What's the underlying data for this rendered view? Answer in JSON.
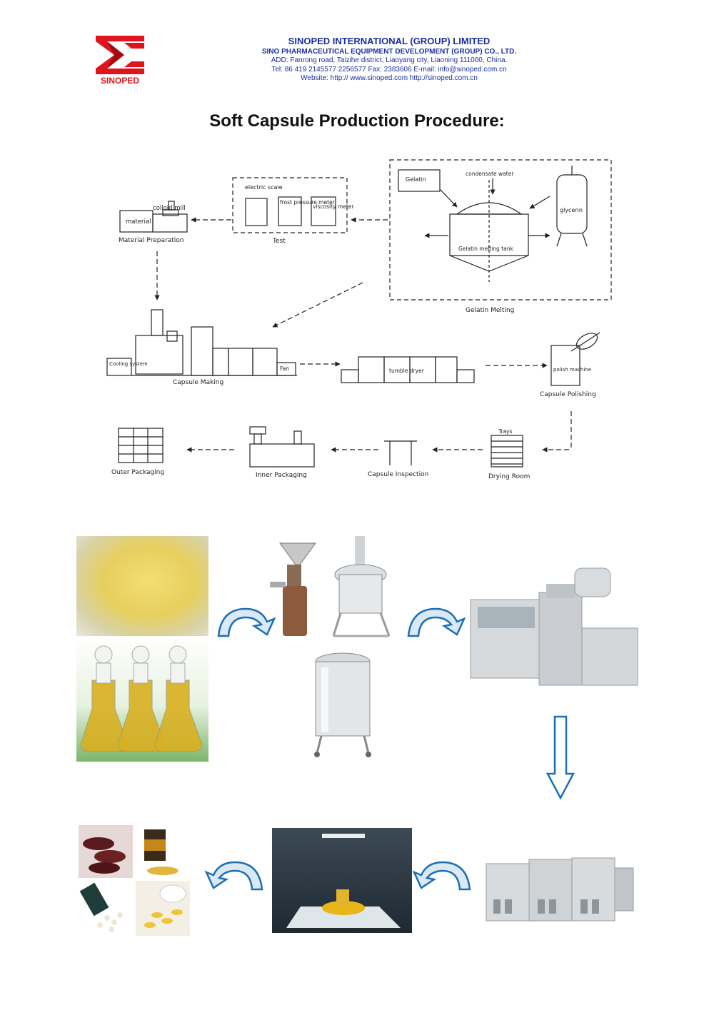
{
  "header": {
    "company_name": "SINOPED INTERNATIONAL (GROUP) LIMITED",
    "subsidiary": "SINO PHARMACEUTICAL EQUIPMENT DEVELOPMENT (GROUP) CO., LTD.",
    "address": "ADD: Fanrong road, Taizihe district, Liaoyang city, Liaoning 111000, China.",
    "contact": "Tel: 86 419 2145577 2256577    Fax: 2383606     E-mail: info@sinoped.com.cn",
    "website": "Website: http:// www.sinoped.com     http://sinoped.com.cn",
    "logo_text": "SINOPED"
  },
  "title": "Soft Capsule Production Procedure:",
  "diagram": {
    "labels": {
      "colloid_mill": "colloid mill",
      "material": "material",
      "material_preparation": "Material Preparation",
      "electric_scale": "electric scale",
      "frost_pressure_meter": "frost pressure meter",
      "viscosity_meter": "viscosity meter",
      "test": "Test",
      "gelatin": "Gelatin",
      "condensate_water": "condensate water",
      "glycerin": "glycerin",
      "gelatin_melting_tank": "Gelatin melting tank",
      "gelatin_melting": "Gelatin Melting",
      "cooling_system": "Cooling system",
      "fan": "Fan",
      "capsule_making": "Capsule Making",
      "tumble_dryer": "tumble dryer",
      "polish_machine": "polish machine",
      "capsule_polishing": "Capsule Polishing",
      "trays": "Trays",
      "drying_room": "Drying Room",
      "capsule_inspection": "Capsule Inspection",
      "inner_packaging": "Inner Packaging",
      "outer_packaging": "Outer Packaging"
    }
  },
  "colors": {
    "header_blue": "#1a2fa0",
    "logo_red": "#e0141c",
    "arrow_blue": "#1b6fb8",
    "line": "#222222"
  },
  "photos": [
    {
      "name": "gelatin-granules-photo"
    },
    {
      "name": "oil-flasks-photo"
    },
    {
      "name": "colloid-mill-photo"
    },
    {
      "name": "melting-tank-photo"
    },
    {
      "name": "storage-tank-photo"
    },
    {
      "name": "encapsulation-machine-photo"
    },
    {
      "name": "tumble-dryer-photo"
    },
    {
      "name": "drying-room-photo"
    },
    {
      "name": "finished-capsules-photo"
    }
  ]
}
